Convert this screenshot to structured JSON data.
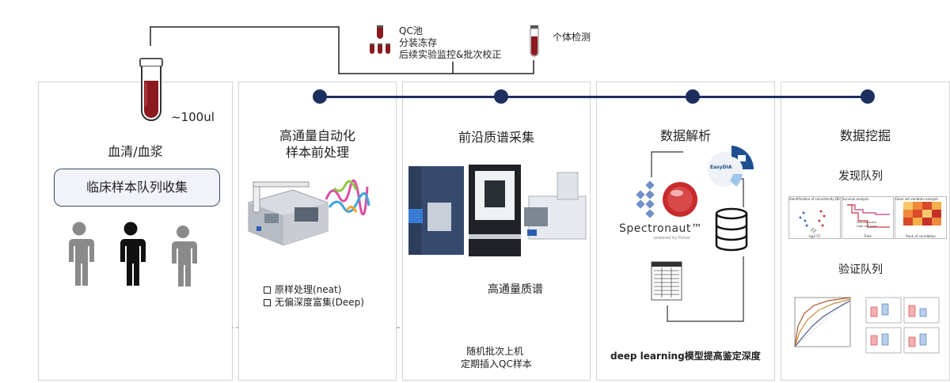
{
  "qc": {
    "pool_label": "QC池",
    "aliquot_label": "分装冻存",
    "monitor_label": "后续实验监控&批次校正",
    "individual_label": "个体检测"
  },
  "panels": [
    {
      "title": "血清/血浆",
      "volume": "~100ul",
      "cohort_button": "临床样本队列收集"
    },
    {
      "title_line1": "高通量自动化",
      "title_line2": "样本前处理",
      "options": [
        "原样处理(neat)",
        "无偏深度富集(Deep)"
      ]
    },
    {
      "title": "前沿质谱采集",
      "ms_label": "高通量质谱",
      "batch_line1": "随机批次上机",
      "batch_line2": "定期插入QC样本"
    },
    {
      "title": "数据解析",
      "software_name": "Spectronaut™",
      "software_sub": "powered by Pulsar",
      "easydia_label": "EasyDIA",
      "dl_label": "deep learning模型提高鉴定深度"
    },
    {
      "title": "数据挖掘",
      "discovery_label": "发现队列",
      "validation_label": "验证队列",
      "plot_titles": [
        "Identification of consistently DEGs",
        "Survival analysis",
        "Gene set variation analysis"
      ],
      "plot_xlabels": [
        "log2 FC",
        "Time",
        "Rank of correlation"
      ],
      "km_legend_low": "Low risk score",
      "km_legend_high": "High risk score"
    }
  ],
  "colors": {
    "navy": "#1d2f5e",
    "blood": "#8b1a1f",
    "person_gray": "#8a8a8a",
    "person_black": "#111111"
  },
  "icons": [
    "blood-tube-icon",
    "person-icon",
    "database-icon",
    "document-table-icon"
  ]
}
